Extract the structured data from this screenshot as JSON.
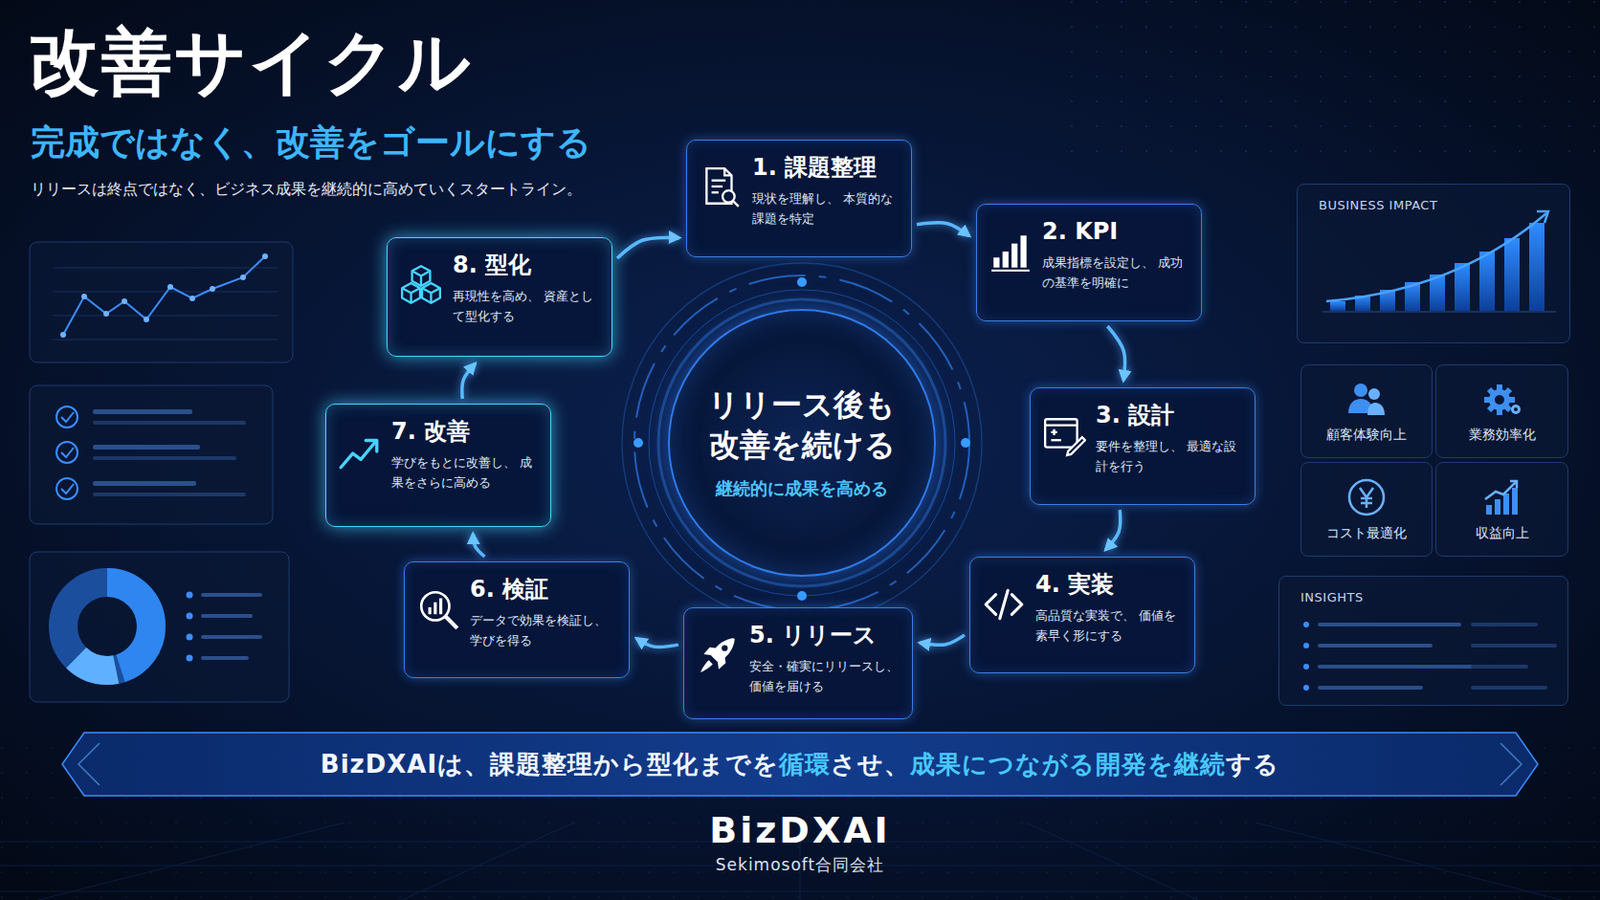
{
  "diagram": {
    "title": "改善サイクル",
    "nodes": [
      {
        "text": [
          "1. 課題整理",
          "現状を理解し、 本質的な課題を特定"
        ]
      },
      {
        "text": [
          "2. KPI",
          "成果指標を設定し、 成功の基準を明確に"
        ]
      },
      {
        "text": [
          "3. 設計",
          "要件を整理し、 最適な設計を行う"
        ]
      },
      {
        "text": [
          "4. 実装",
          "高品質な実装で、 価値を素早く形にする"
        ]
      },
      {
        "text": [
          "5. リリース",
          "安全・確実にリリースし、 価値を届ける"
        ]
      },
      {
        "text": [
          "6. 検証",
          "データで効果を検証し、 学びを得る"
        ]
      },
      {
        "text": [
          "7. 改善",
          "学びをもとに改善し、 成果をさらに高める"
        ]
      },
      {
        "text": [
          "8. 型化",
          "再現性を高め、 資産として型化する"
        ]
      },
      {
        "text": [
          "リリース後も 改善を続ける",
          "継続的に成果を高める"
        ]
      },
      {
        "text": [
          "BUSINESS IMPACT"
        ]
      },
      {
        "text": [
          "顧客体験向上"
        ]
      },
      {
        "text": [
          "業務効率化"
        ]
      },
      {
        "text": [
          "コスト最適化"
        ]
      },
      {
        "text": [
          "収益向上"
        ]
      },
      {
        "text": [
          "INSIGHTS"
        ]
      },
      {
        "text": [
          "BizDXAIは、課題整理から型化までを",
          "循環",
          "させ、",
          "成果につながる開発を継続",
          "する"
        ]
      }
    ],
    "edges": [
      {
        "from": 0,
        "to": 1,
        "arrow": "to"
      },
      {
        "from": 1,
        "to": 2,
        "arrow": "to"
      },
      {
        "from": 2,
        "to": 3,
        "arrow": "to"
      },
      {
        "from": 3,
        "to": 4,
        "arrow": "to"
      },
      {
        "from": 4,
        "to": 5,
        "arrow": "to"
      },
      {
        "from": 5,
        "to": 6,
        "arrow": "to"
      },
      {
        "from": 6,
        "to": 7,
        "arrow": "to"
      },
      {
        "from": 7,
        "to": 0,
        "arrow": "to"
      }
    ],
    "labels": [
      "完成ではなく、改善をゴールにする",
      "リリースは終点ではなく、ビジネス成果を継続的に高めていくスタートライン。",
      "BizDXAI",
      "Sekimosoft合同会社"
    ]
  }
}
